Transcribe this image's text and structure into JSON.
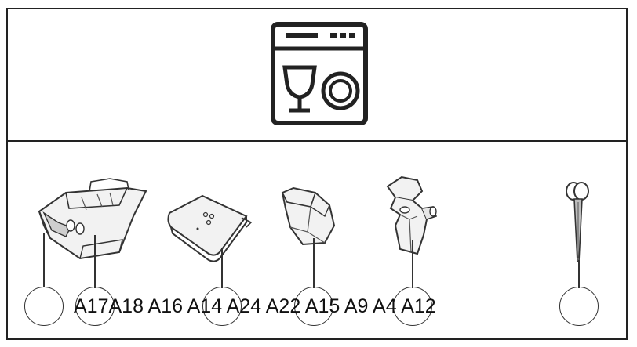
{
  "icons": {
    "appliance": "dishwasher-icon",
    "parts": [
      "detergent-drawer-icon",
      "cover-plate-icon",
      "cup-holder-icon",
      "clip-bracket-icon",
      "key-pin-icon"
    ]
  },
  "labels": [
    "A17",
    "A18",
    "A16",
    "A14",
    "A24",
    "A22",
    "A15",
    "A9",
    "A4",
    "A12"
  ],
  "colors": {
    "line": "#222222",
    "text": "#111111",
    "background": "#ffffff"
  }
}
